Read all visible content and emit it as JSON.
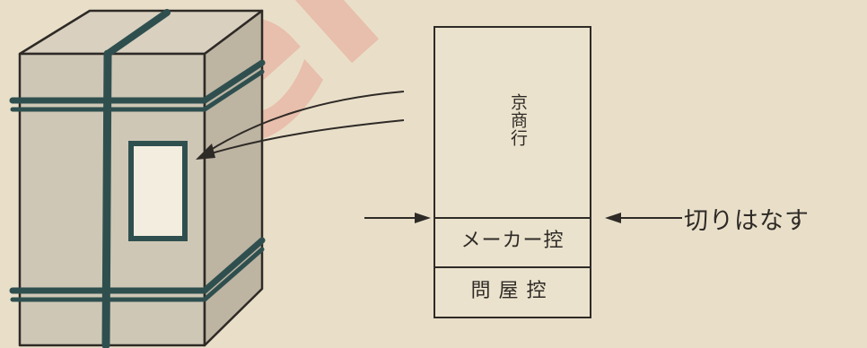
{
  "colors": {
    "paper": "#e9dfc9",
    "strap": "#2f4f4f",
    "ink": "#2e2a26"
  },
  "tag": {
    "main_label": "京商行",
    "maker_copy": "メーカー控",
    "wholesaler_copy": "問屋控"
  },
  "annotation": {
    "cut_off": "切りはなす"
  },
  "watermark": {
    "text": "ers.co"
  }
}
